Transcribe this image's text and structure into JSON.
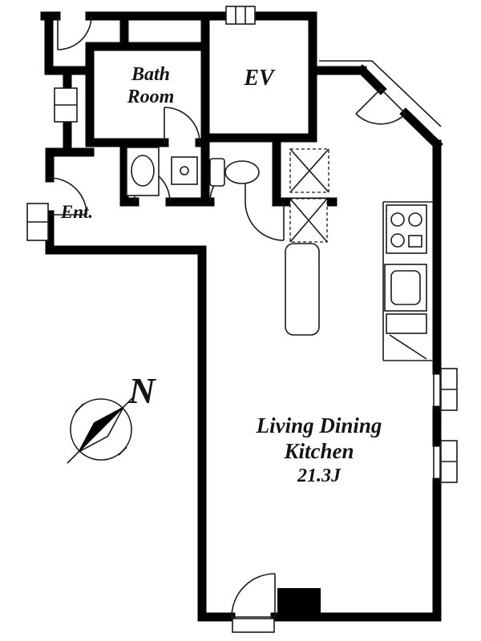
{
  "floorplan": {
    "labels": {
      "bath_line1": "Bath",
      "bath_line2": "Room",
      "elevator": "EV",
      "entrance": "Ent.",
      "ldk_line1": "Living Dining",
      "ldk_line2": "Kitchen",
      "ldk_size": "21.3J",
      "compass_north": "N"
    },
    "rooms": [
      {
        "name": "Bath Room"
      },
      {
        "name": "EV"
      },
      {
        "name": "Ent."
      },
      {
        "name": "Living Dining Kitchen",
        "size": "21.3J"
      }
    ],
    "colors": {
      "wall": "#000000",
      "line": "#1a1a1a",
      "background": "#ffffff"
    }
  }
}
